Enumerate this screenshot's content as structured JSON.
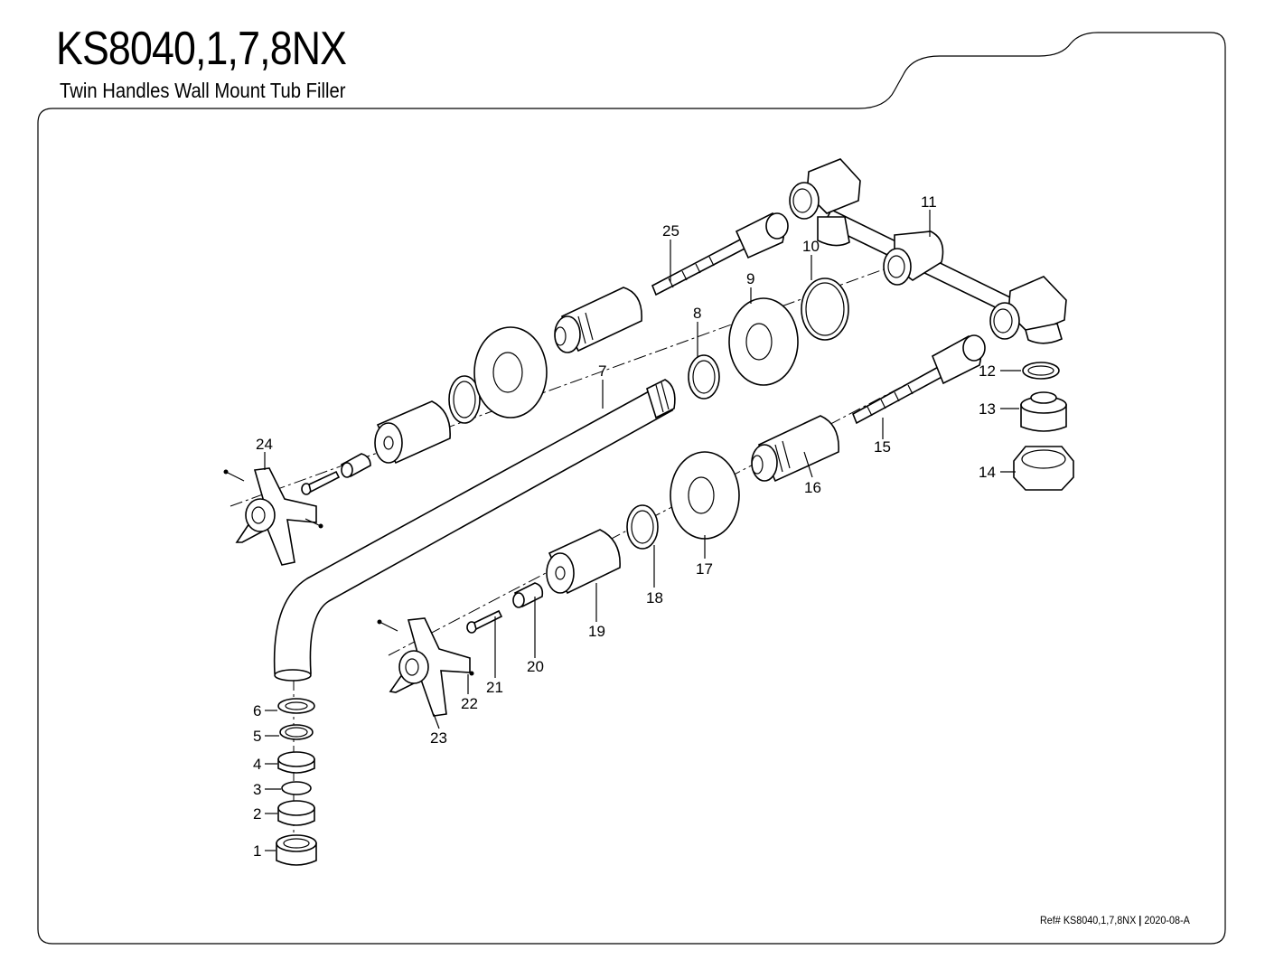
{
  "header": {
    "title": "KS8040,1,7,8NX",
    "subtitle": "Twin Handles Wall Mount Tub Filler"
  },
  "footer": {
    "ref_label": "Ref#",
    "ref_value": "KS8040,1,7,8NX",
    "separator": "|",
    "revision": "2020-08-A"
  },
  "callouts": {
    "p1": "1",
    "p2": "2",
    "p3": "3",
    "p4": "4",
    "p5": "5",
    "p6": "6",
    "p7": "7",
    "p8": "8",
    "p9": "9",
    "p10": "10",
    "p11": "11",
    "p12": "12",
    "p13": "13",
    "p14": "14",
    "p15": "15",
    "p16": "16",
    "p17": "17",
    "p18": "18",
    "p19": "19",
    "p20": "20",
    "p21": "21",
    "p22": "22",
    "p23": "23",
    "p24": "24",
    "p25": "25"
  },
  "colors": {
    "line": "#000000",
    "paper": "#ffffff"
  }
}
